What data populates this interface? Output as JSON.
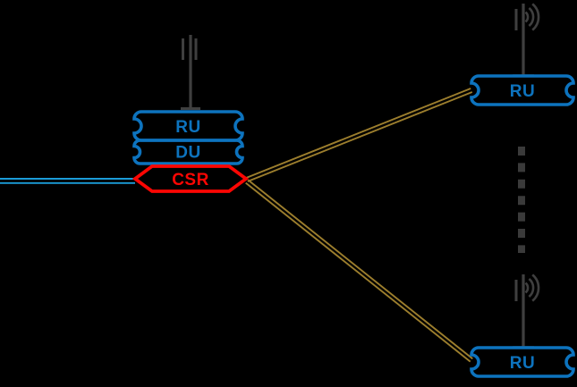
{
  "colors": {
    "background": "#000000",
    "node-blue": "#0d73be",
    "text-blue": "#0d73be",
    "csr-red": "#fb0603",
    "fronthaul-gold": "#9c7e2d",
    "backhaul-blue": "#1b9cd8",
    "antenna-gray": "#3f3f3f",
    "ellipsis-gray": "#3a3a3a"
  },
  "nodes": {
    "cell_site": {
      "ru": "RU",
      "du": "DU",
      "csr": "CSR"
    },
    "remote_top": {
      "ru": "RU"
    },
    "remote_bottom": {
      "ru": "RU"
    }
  },
  "icons": [
    "cell-tower-icon",
    "cell-tower-waves-icon",
    "vertical-ellipsis-icon"
  ]
}
